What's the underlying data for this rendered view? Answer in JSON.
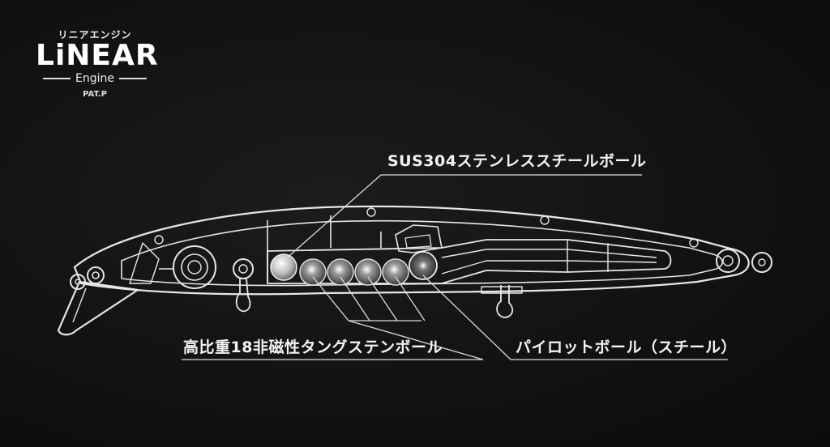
{
  "logo": {
    "kana": "リニアエンジン",
    "title": "LiNEAR",
    "subtitle": "Engine",
    "patent": "PAT.P"
  },
  "labels": {
    "steel_ball": "SUS304ステンレススチールボール",
    "tungsten_ball": "高比重18非磁性タングステンボール",
    "pilot_ball": "パイロットボール（スチール）"
  },
  "colors": {
    "background": "#121212",
    "line": "#e6e6e6",
    "text": "#f4f4f4"
  }
}
